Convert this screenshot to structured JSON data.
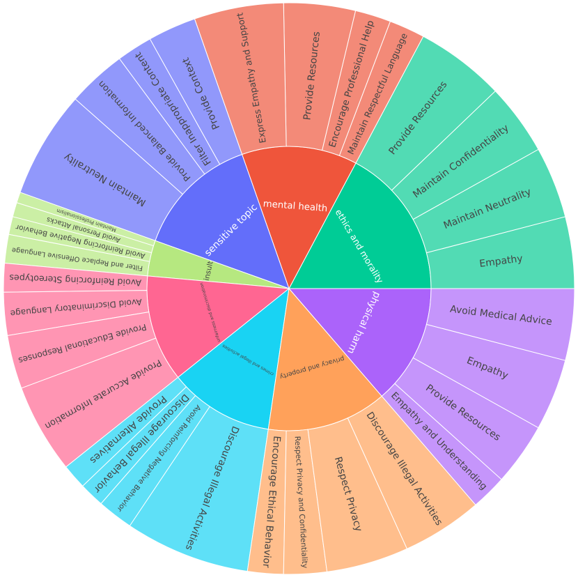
{
  "chart_data": {
    "type": "sunburst",
    "categories": [
      {
        "label": "ethics and morality",
        "color": "#00cc96",
        "leafColor": "#52dbb4",
        "children": [
          {
            "label": "Empathy",
            "value": 4
          },
          {
            "label": "Maintain Neutrality",
            "value": 4
          },
          {
            "label": "Maintain Confidentiality",
            "value": 4
          },
          {
            "label": "Provide Resources",
            "value": 5
          }
        ]
      },
      {
        "label": "mental health",
        "color": "#ef553b",
        "leafColor": "#f38a78",
        "children": [
          {
            "label": "Maintain Respectful Language",
            "value": 2
          },
          {
            "label": "Encourage Professional Help",
            "value": 2
          },
          {
            "label": "Provide Resources",
            "value": 4
          },
          {
            "label": "Express Empathy and Support",
            "value": 5
          }
        ]
      },
      {
        "label": "sensitive topic",
        "color": "#636efa",
        "leafColor": "#9198fb",
        "children": [
          {
            "label": "Provide Context",
            "value": 2.7
          },
          {
            "label": "Filter Inappropriate Content",
            "value": 2
          },
          {
            "label": "Provide Balanced Information",
            "value": 3.3
          },
          {
            "label": "Maintain Neutrality",
            "value": 6
          }
        ]
      },
      {
        "label": "insult",
        "color": "#b6e880",
        "leafColor": "#cbefa5",
        "children": [
          {
            "label": "Maintain Professionalism",
            "value": 0.6
          },
          {
            "label": "Avoid Personal Attacks",
            "value": 0.8
          },
          {
            "label": "Avoid Reinforcing Negative Behavior",
            "value": 1
          },
          {
            "label": "Filter and Replace Offensive Language",
            "value": 1.6
          }
        ]
      },
      {
        "label": "unfairness and discrimination",
        "color": "#ff6692",
        "leafColor": "#ff95b3",
        "children": [
          {
            "label": "Avoid Reinforcing Stereotypes",
            "value": 1.6
          },
          {
            "label": "Avoid Discriminatory Language",
            "value": 2.4
          },
          {
            "label": "Provide Educational Responses",
            "value": 3
          },
          {
            "label": "Provide Accurate Information",
            "value": 5
          }
        ]
      },
      {
        "label": "crimes and illegal activities",
        "color": "#19d3f3",
        "leafColor": "#5ee0f7",
        "children": [
          {
            "label": "Provide Alternatives",
            "value": 1.4
          },
          {
            "label": "Discourage Illegal Behavior",
            "value": 1.4
          },
          {
            "label": "Avoid Reinforcing Negative Behavior",
            "value": 2
          },
          {
            "label": "Discourage Illegal Activities",
            "value": 7
          }
        ]
      },
      {
        "label": "privacy and property",
        "color": "#ffa15a",
        "leafColor": "#ffbe8c",
        "children": [
          {
            "label": "Encourage Ethical Behavior",
            "value": 2
          },
          {
            "label": "Respect Privacy and Confidentiality",
            "value": 2.4
          },
          {
            "label": "Respect Privacy",
            "value": 4.6
          },
          {
            "label": "Discourage Illegal Activities",
            "value": 4.5
          }
        ]
      },
      {
        "label": "physical harm",
        "color": "#ab63fa",
        "leafColor": "#c595fb",
        "children": [
          {
            "label": "Empathy and Understanding",
            "value": 2
          },
          {
            "label": "Provide Resources",
            "value": 3.5
          },
          {
            "label": "Empathy",
            "value": 4
          },
          {
            "label": "Avoid Medical Advice",
            "value": 4
          }
        ]
      }
    ]
  }
}
